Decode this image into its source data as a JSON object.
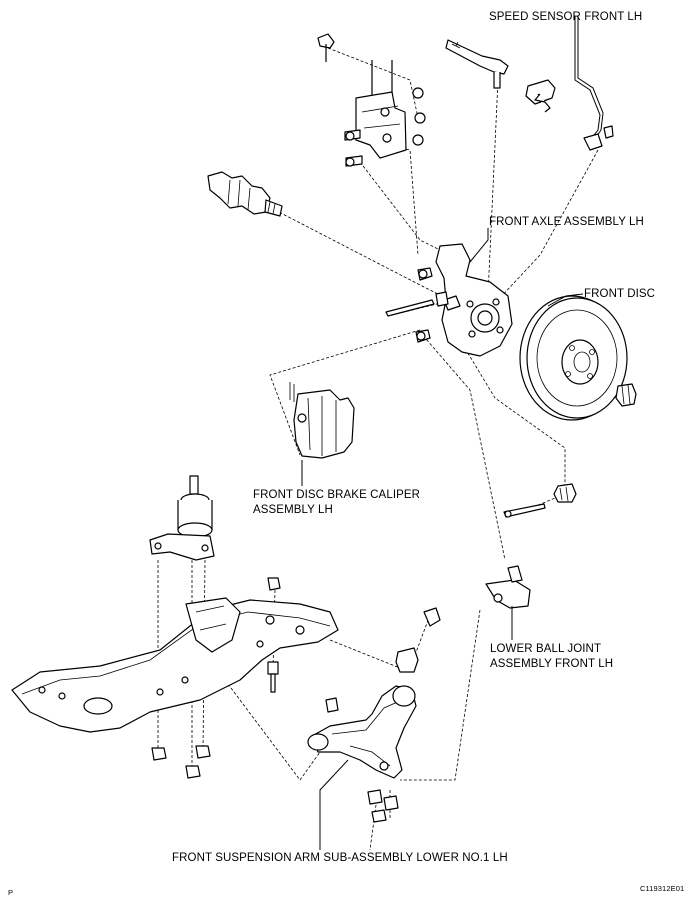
{
  "labels": {
    "speed_sensor": "SPEED SENSOR FRONT LH",
    "front_axle": "FRONT AXLE ASSEMBLY LH",
    "front_disc": "FRONT DISC",
    "caliper_line1": "FRONT DISC BRAKE CALIPER",
    "caliper_line2": "ASSEMBLY LH",
    "ball_joint_line1": "LOWER BALL JOINT",
    "ball_joint_line2": "ASSEMBLY FRONT LH",
    "suspension_arm": "FRONT SUSPENSION ARM SUB-ASSEMBLY LOWER NO.1 LH",
    "corner_left": "P",
    "figure_code": "C119312E01"
  }
}
